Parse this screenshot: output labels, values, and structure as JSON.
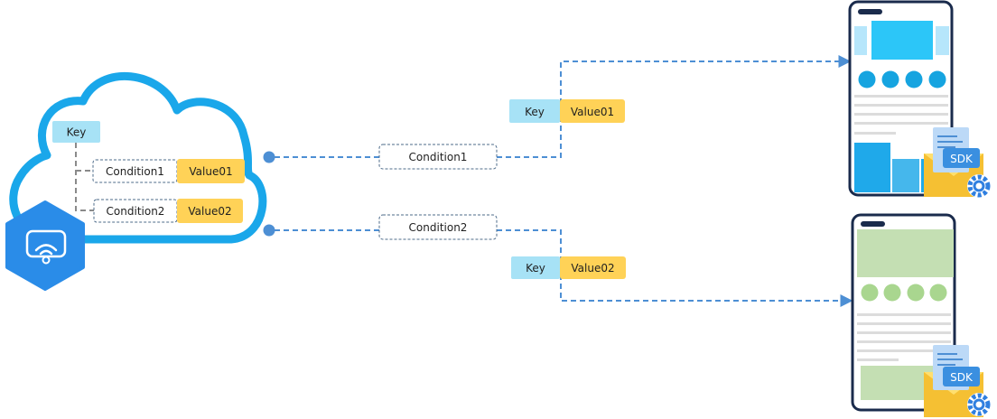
{
  "cloud_panel": {
    "key_label": "Key",
    "rules": [
      {
        "condition": "Condition1",
        "value": "Value01"
      },
      {
        "condition": "Condition2",
        "value": "Value02"
      }
    ]
  },
  "routes": [
    {
      "condition": "Condition1",
      "key": "Key",
      "value": "Value01"
    },
    {
      "condition": "Condition2",
      "key": "Key",
      "value": "Value02"
    }
  ],
  "devices": [
    {
      "sdk_label": "SDK"
    },
    {
      "sdk_label": "SDK"
    }
  ],
  "colors": {
    "cloud_stroke": "#1aa7ea",
    "key_fill": "#a7e2f6",
    "value_fill": "#ffd257",
    "line_blue": "#4d8fd4",
    "connector_gray": "#8a8a8a",
    "phone_frame": "#1a2b4c",
    "screen1_accent": "#2cc6f8",
    "screen1_dots": "#16a4e0",
    "screen2_green": "#c4dfb3",
    "screen2_dots": "#a9d68f",
    "sdk_blue": "#3a8fe0",
    "envelope": "#f5c033",
    "gear": "#2f7fe0"
  }
}
